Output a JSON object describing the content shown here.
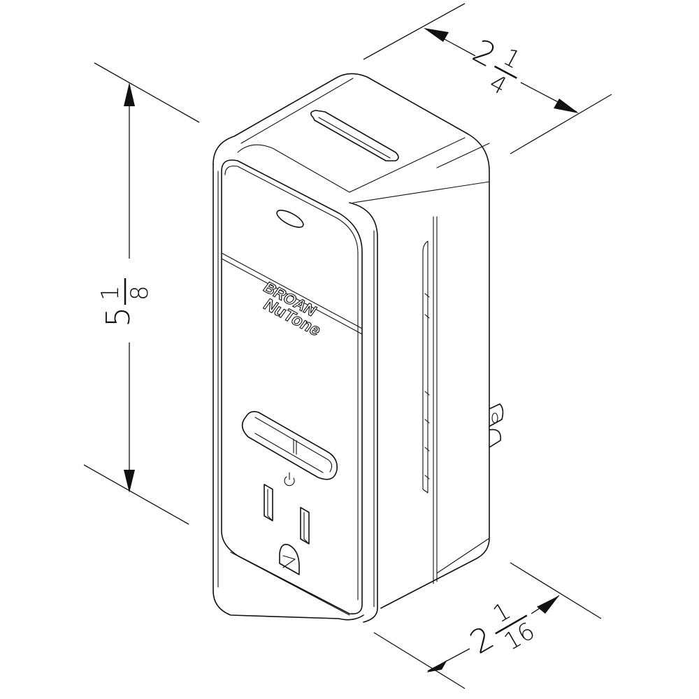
{
  "diagram": {
    "subject": "plug-in smart outlet, isometric line drawing",
    "colors": {
      "line": "#111111",
      "background": "#ffffff"
    },
    "brand": {
      "line1": "BROAN",
      "line2": "NuTone"
    },
    "dimensions": {
      "width": {
        "whole": "2",
        "numerator": "1",
        "denominator": "4"
      },
      "height": {
        "whole": "5",
        "numerator": "1",
        "denominator": "8"
      },
      "depth": {
        "whole": "2",
        "numerator": "1",
        "denominator": "16"
      }
    },
    "icons": [
      "power-icon",
      "led-indicator",
      "outlet-receptacle",
      "ground-hole",
      "plug-prongs"
    ]
  }
}
